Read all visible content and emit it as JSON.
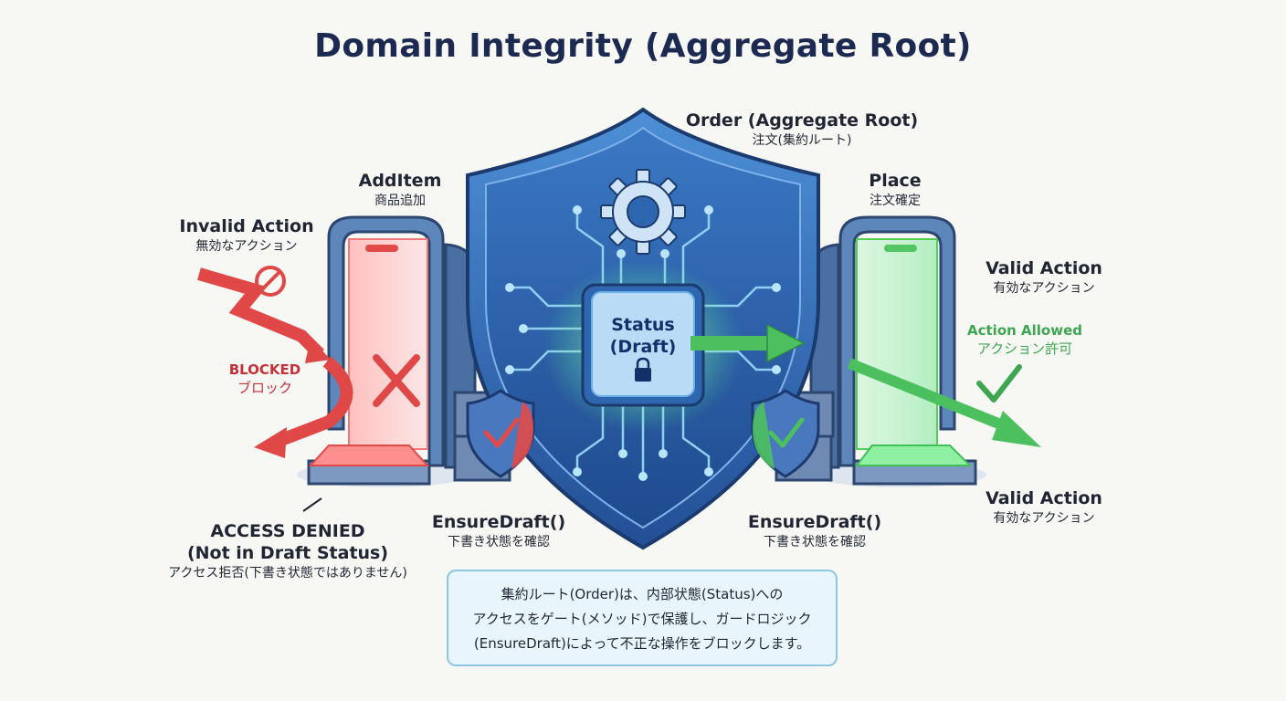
{
  "title": "Domain Integrity (Aggregate Root)",
  "aggregate": {
    "en": "Order (Aggregate Root)",
    "jp": "注文(集約ルート)"
  },
  "status_box": {
    "line1": "Status",
    "line2": "(Draft)"
  },
  "add_item": {
    "en": "AddItem",
    "jp": "商品追加"
  },
  "place": {
    "en": "Place",
    "jp": "注文確定"
  },
  "invalid_action": {
    "en": "Invalid Action",
    "jp": "無効なアクション"
  },
  "blocked": {
    "en": "BLOCKED",
    "jp": "ブロック"
  },
  "access_denied": {
    "line1": "ACCESS DENIED",
    "line2": "(Not in Draft Status)",
    "jp": "アクセス拒否(下書き状態ではありません)"
  },
  "ensure_left": {
    "en": "EnsureDraft()",
    "jp": "下書き状態を確認"
  },
  "ensure_right": {
    "en": "EnsureDraft()",
    "jp": "下書き状態を確認"
  },
  "valid_top": {
    "en": "Valid Action",
    "jp": "有効なアクション"
  },
  "valid_bottom": {
    "en": "Valid Action",
    "jp": "有効なアクション"
  },
  "allowed": {
    "en": "Action Allowed",
    "jp": "アクション許可"
  },
  "description": [
    "集約ルート(Order)は、内部状態(Status)への",
    "アクセスをゲート(メソッド)で保護し、ガードロジック",
    "(EnsureDraft)によって不正な操作をブロックします。"
  ],
  "colors": {
    "blocked": "#e04848",
    "allowed": "#4cc05e",
    "shield": "#2f66b0",
    "title": "#1c2a52"
  }
}
